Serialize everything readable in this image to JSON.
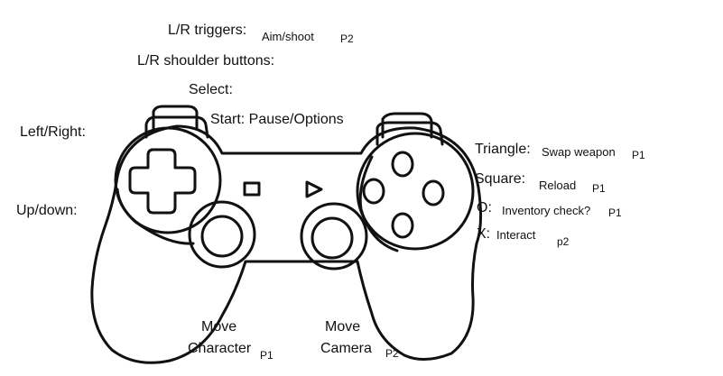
{
  "labels": {
    "triggers": "L/R triggers:",
    "triggers_action": "Aim/shoot",
    "triggers_player": "P2",
    "shoulder": "L/R shoulder buttons:",
    "select": "Select:",
    "start": "Start: Pause/Options",
    "left_right": "Left/Right:",
    "up_down": "Up/down:",
    "triangle": "Triangle:",
    "triangle_action": "Swap weapon",
    "triangle_player": "P1",
    "square": "Square:",
    "square_action": "Reload",
    "square_player": "P1",
    "circle": "O:",
    "circle_action": "Inventory check?",
    "circle_player": "P1",
    "x": "X:",
    "x_action": "Interact",
    "x_player": "p2",
    "move_char_line1": "Move",
    "move_char_line2": "Character",
    "move_char_player": "P1",
    "move_cam_line1": "Move",
    "move_cam_line2": "Camera",
    "move_cam_player": "P2"
  },
  "colors": {
    "ink": "#111111",
    "paper": "#ffffff"
  }
}
